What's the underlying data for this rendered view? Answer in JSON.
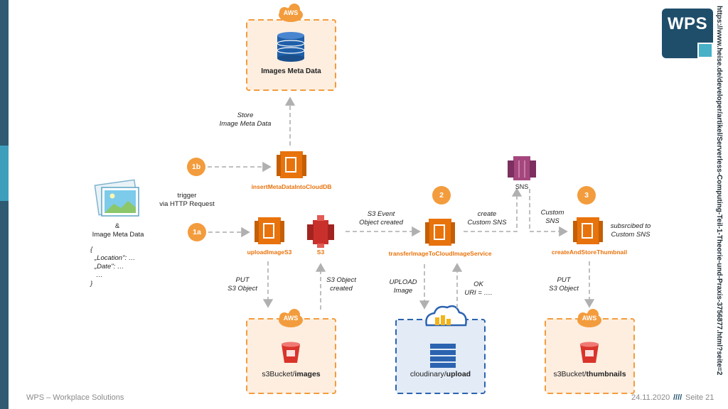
{
  "source_url": "https://www.heise.de/developer/artikel/Serverless-Computing-Teil-1-Theorie-und-Praxis-3756877.html?seite=2",
  "footer": {
    "left": "WPS – Workplace Solutions",
    "date": "24.11.2020",
    "separator": "////",
    "page": "Seite 21"
  },
  "logo": {
    "text": "WPS"
  },
  "diagram": {
    "aws_badge": "AWS",
    "db_box_label": "Images Meta Data",
    "bucket_images": {
      "prefix": "s3Bucket/",
      "name": "images"
    },
    "bucket_thumbs": {
      "prefix": "s3Bucket/",
      "name": "thumbnails"
    },
    "cloudinary": {
      "prefix": "cloudinary/",
      "name": "upload"
    },
    "lambdas": {
      "insert": "insertMetaDataIntoCloudDB",
      "upload": "uploadImageS3",
      "transfer": "transferImageToCloudImageService",
      "create": "createAndStoreThumbnail"
    },
    "s3_label": "S3",
    "sns_label": "SNS",
    "steps": {
      "s1b": "1b",
      "s1a": "1a",
      "s2": "2",
      "s3": "3"
    },
    "input": {
      "title_line1": "&",
      "title_line2": "Image Meta Data",
      "json_lines": [
        "{",
        "„Location\": …",
        "„Date\": …",
        "…",
        "}"
      ]
    },
    "edges": {
      "store_meta": [
        "Store",
        "Image Meta Data"
      ],
      "trigger": [
        "trigger",
        "via HTTP Request"
      ],
      "s3_event": [
        "S3 Event",
        "Object created"
      ],
      "create_sns": [
        "create",
        "Custom SNS"
      ],
      "custom_sns": [
        "Custom",
        "SNS"
      ],
      "subscribed": [
        "subsrcibed to",
        "Custom SNS"
      ],
      "put_s3_left": [
        "PUT",
        "S3 Object"
      ],
      "s3_created": [
        "S3 Object",
        "created"
      ],
      "upload_image": [
        "UPLOAD",
        "Image"
      ],
      "ok_uri": [
        "OK",
        "URI = …."
      ],
      "put_s3_right": [
        "PUT",
        "S3 Object"
      ]
    }
  },
  "colors": {
    "aws_orange": "#f39c3d",
    "lambda_orange": "#e8730c",
    "s3_red": "#c9302c",
    "sns_purple": "#a5467e",
    "db_blue": "#1f5fa8",
    "cloudinary_blue": "#2b63b0",
    "dash_gray": "#b8b8b8"
  }
}
